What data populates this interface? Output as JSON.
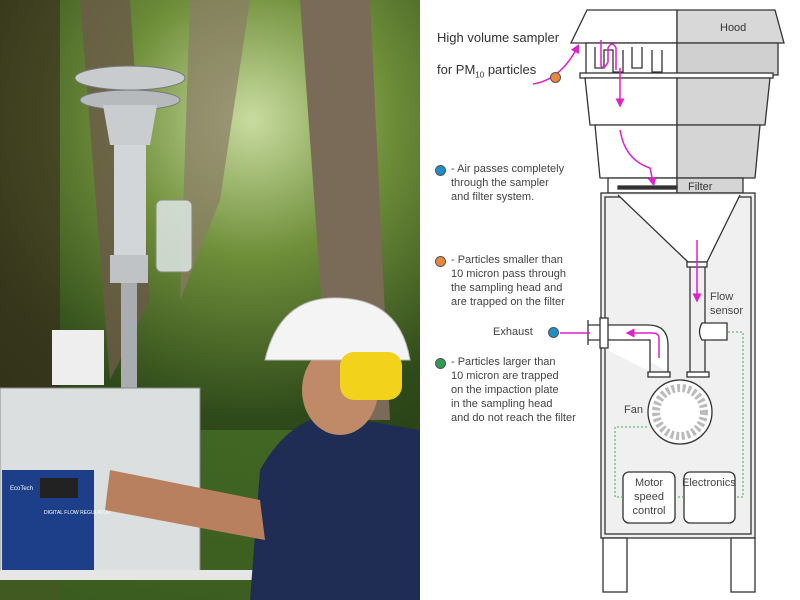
{
  "photo": {
    "device_label": "DIGITAL FLOW REGULATOR",
    "device_brand": "EcoTech"
  },
  "diagram": {
    "title_line1": "High volume sampler",
    "title_line2_prefix": "for PM",
    "title_subscript": "10",
    "title_line2_suffix": " particles",
    "labels": {
      "hood": "Hood",
      "filter": "Filter",
      "flow_sensor": "Flow\nsensor",
      "exhaust": "Exhaust",
      "fan": "Fan",
      "motor_speed_control": "Motor\nspeed\ncontrol",
      "electronics": "Electronics"
    },
    "legend": [
      {
        "color": "#1f8fc8",
        "text": "- Air passes completely\nthrough the sampler\nand filter system."
      },
      {
        "color": "#e8893a",
        "text": "- Particles smaller than\n10 micron pass through\nthe sampling head and\nare trapped on the filter"
      },
      {
        "color": "#2e9a55",
        "text": "- Particles larger than\n10 micron are trapped\non the impaction plate\nin the sampling head\nand do not reach the filter"
      }
    ],
    "colors": {
      "flow_arrow": "#e020c8",
      "wiring": "#3aa85a"
    }
  }
}
